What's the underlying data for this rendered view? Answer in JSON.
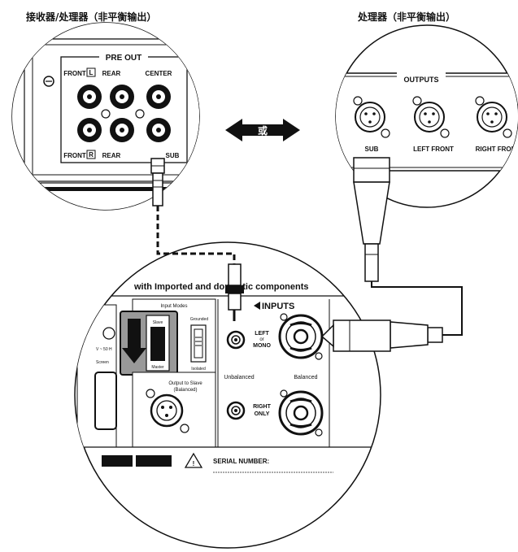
{
  "headings": {
    "left": "接收器/处理器（非平衡输出）",
    "right": "处理器（非平衡输出）"
  },
  "or_label": "或",
  "receiver_panel": {
    "title": "PRE OUT",
    "front_label": "FRONT",
    "rear_label": "REAR",
    "center_label": "CENTER",
    "l_badge": "L",
    "r_badge": "R",
    "sub_label": "SUB"
  },
  "processor_panel": {
    "title": "OUTPUTS",
    "jack_labels": [
      "SUB",
      "LEFT FRONT",
      "RIGHT FRONT"
    ]
  },
  "sub_panel": {
    "banner": "with Imported and domestic components",
    "inputs_title": "INPUTS",
    "input_modes_title": "Input Modes",
    "slave_label": "Slave",
    "master_label": "Master",
    "grounded_label": "Grounded",
    "isolated_label": "Isolated",
    "output_to_slave_line1": "Output to Slave",
    "output_to_slave_line2": "(Balanced)",
    "left_mono_lines": [
      "LEFT",
      "or",
      "MONO"
    ],
    "right_only_lines": [
      "RIGHT",
      "ONLY"
    ],
    "unbalanced_label": "Unbalanced",
    "balanced_label": "Balanced",
    "serial_label": "SERIAL NUMBER:",
    "warning_text": "",
    "left_edge_labels": [
      "V ~ 50 H",
      "Screen"
    ]
  }
}
